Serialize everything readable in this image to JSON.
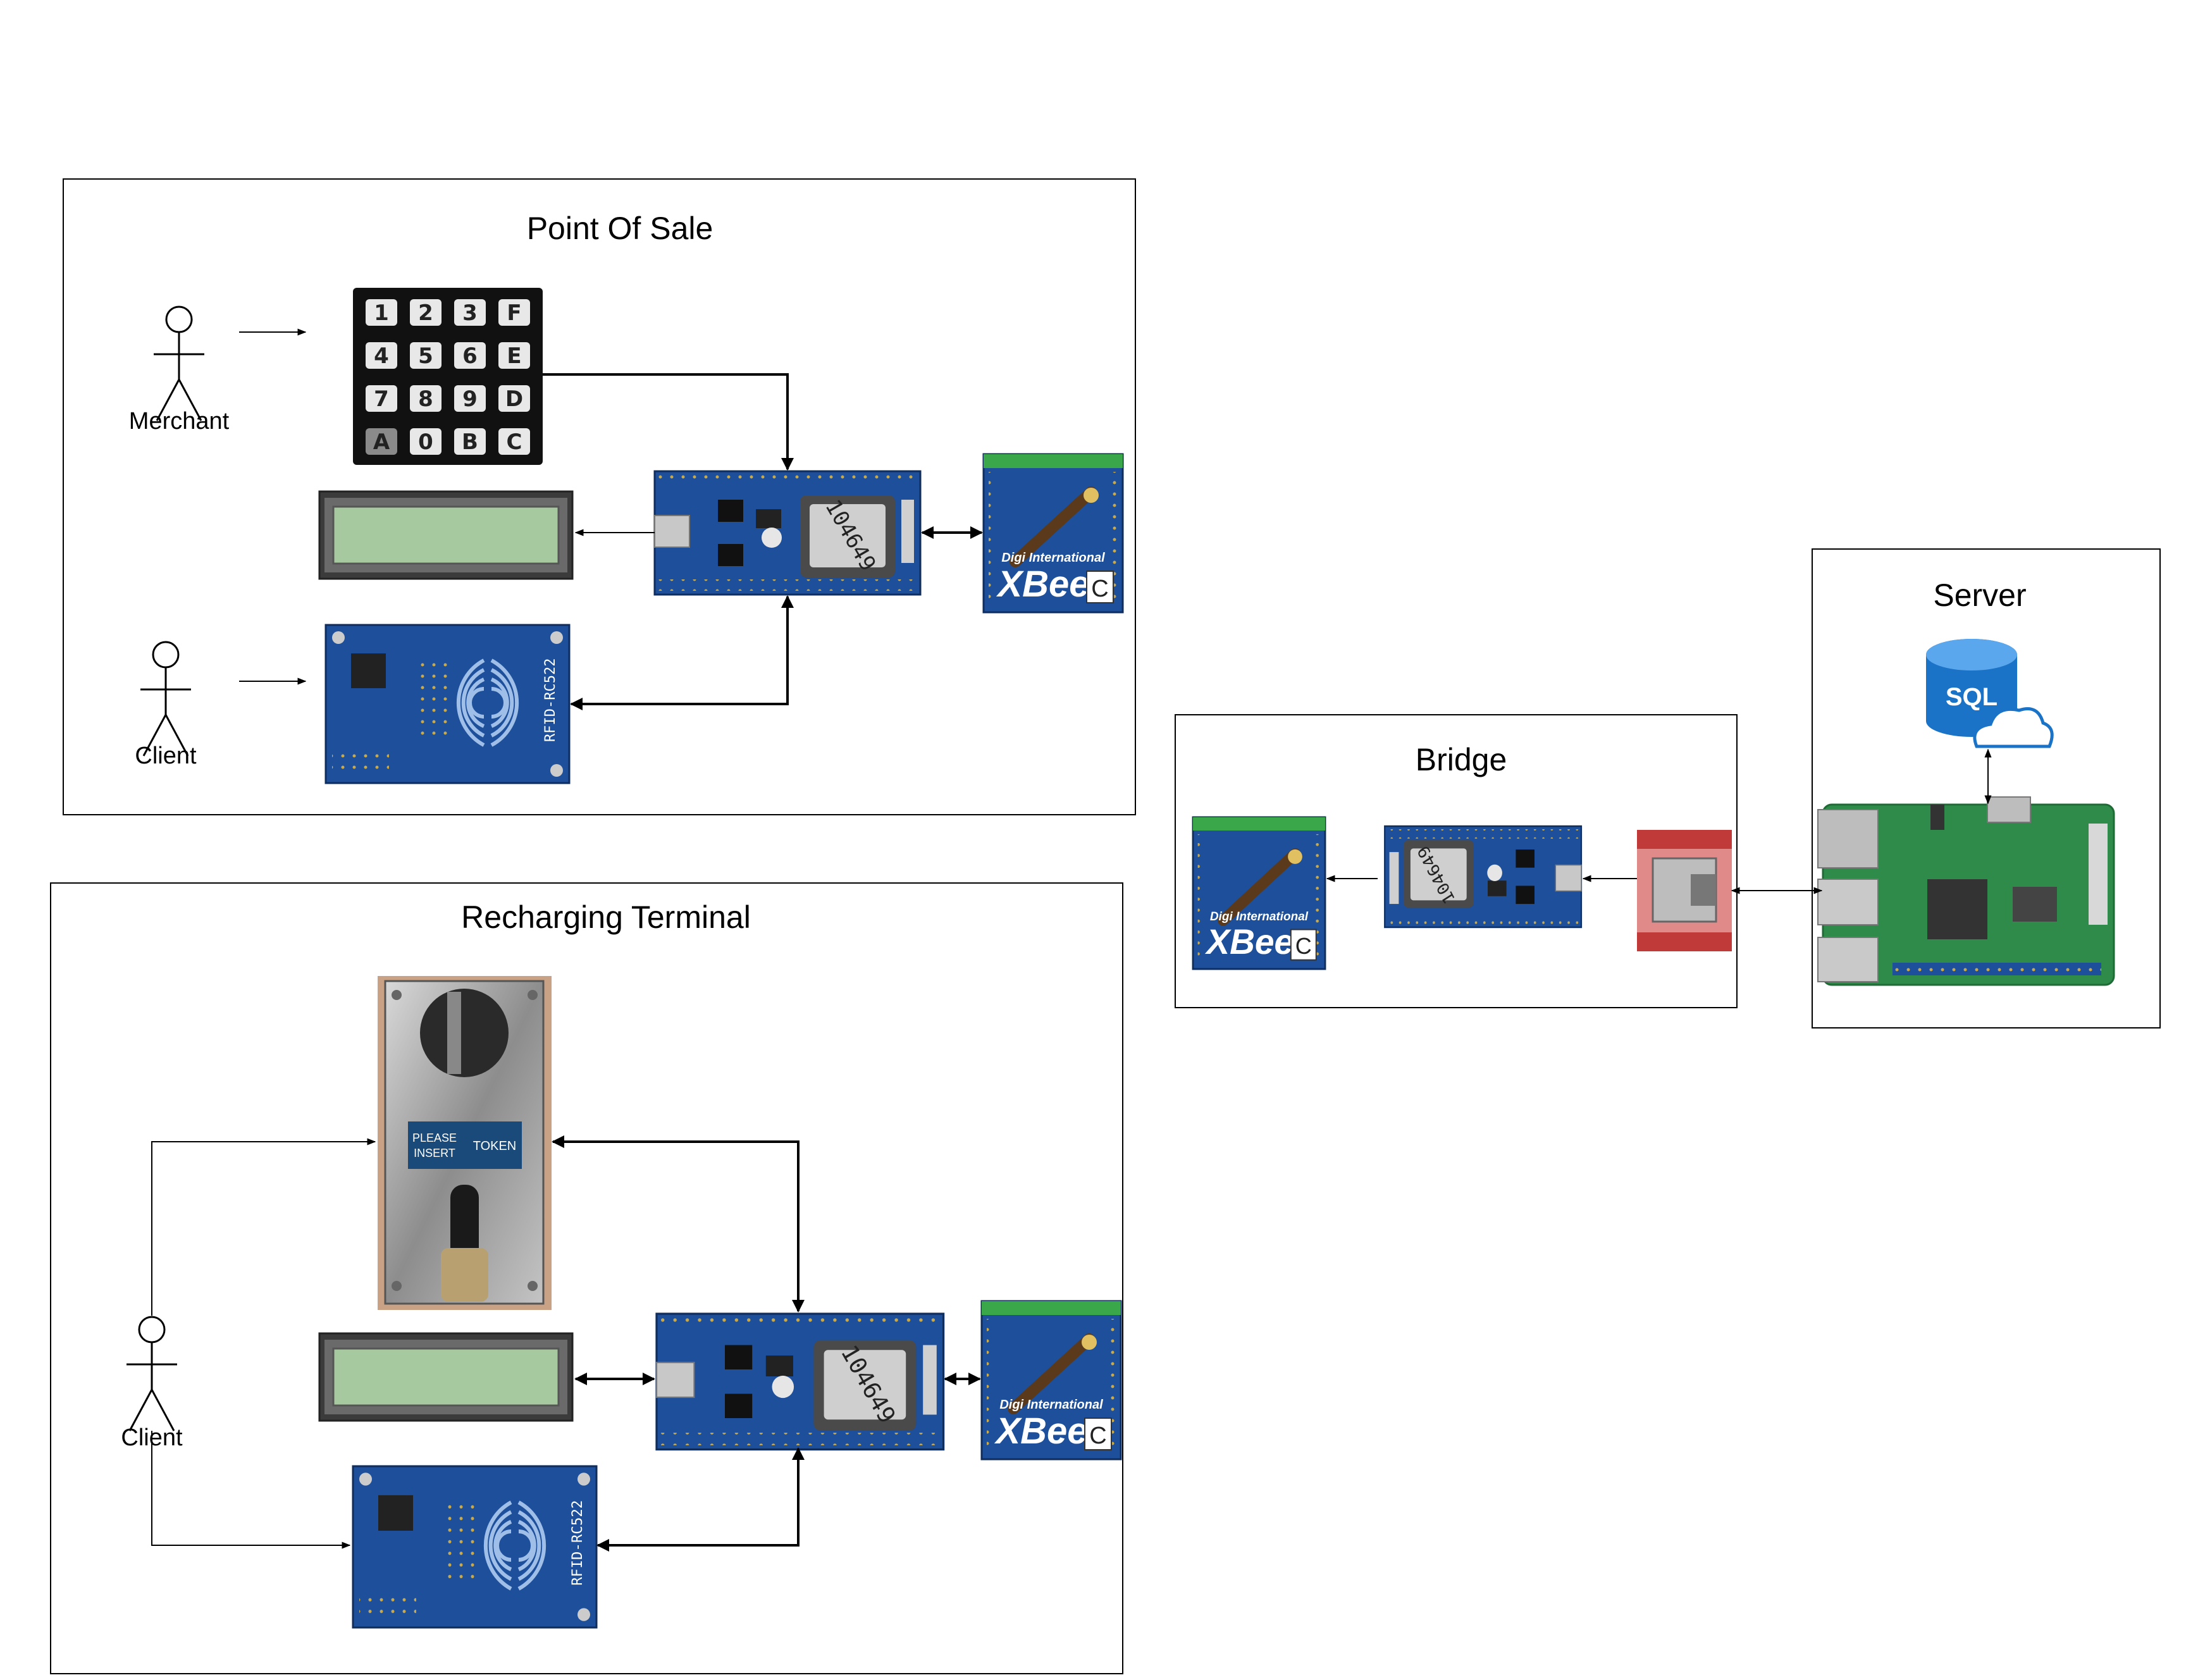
{
  "groups": {
    "pos": {
      "title": "Point Of Sale"
    },
    "recharge": {
      "title": "Recharging Terminal"
    },
    "bridge": {
      "title": "Bridge"
    },
    "server": {
      "title": "Server"
    }
  },
  "actors": {
    "pos_merchant": "Merchant",
    "pos_client": "Client",
    "recharge_client": "Client"
  },
  "keypad": {
    "keys": [
      "1",
      "2",
      "3",
      "F",
      "4",
      "5",
      "6",
      "E",
      "7",
      "8",
      "9",
      "D",
      "A",
      "0",
      "B",
      "C"
    ]
  },
  "devices": {
    "mcu_chip_label": "104649",
    "rfid_label": "RFID-RC522",
    "xbee_brand": "Digi International",
    "xbee_logo": "XBee",
    "xbee_badge": "C",
    "sql_label": "SQL",
    "coin_acceptor": {
      "line1": "PLEASE",
      "line2": "INSERT",
      "line3": "TOKEN"
    }
  },
  "colors": {
    "board_blue": "#1d4f9a",
    "board_dark": "#153a78",
    "xbee_green": "#3aa74a",
    "lcd_green": "#a7c9a0",
    "pi_green": "#2e8b4a",
    "sql_blue": "#1a73c7"
  }
}
